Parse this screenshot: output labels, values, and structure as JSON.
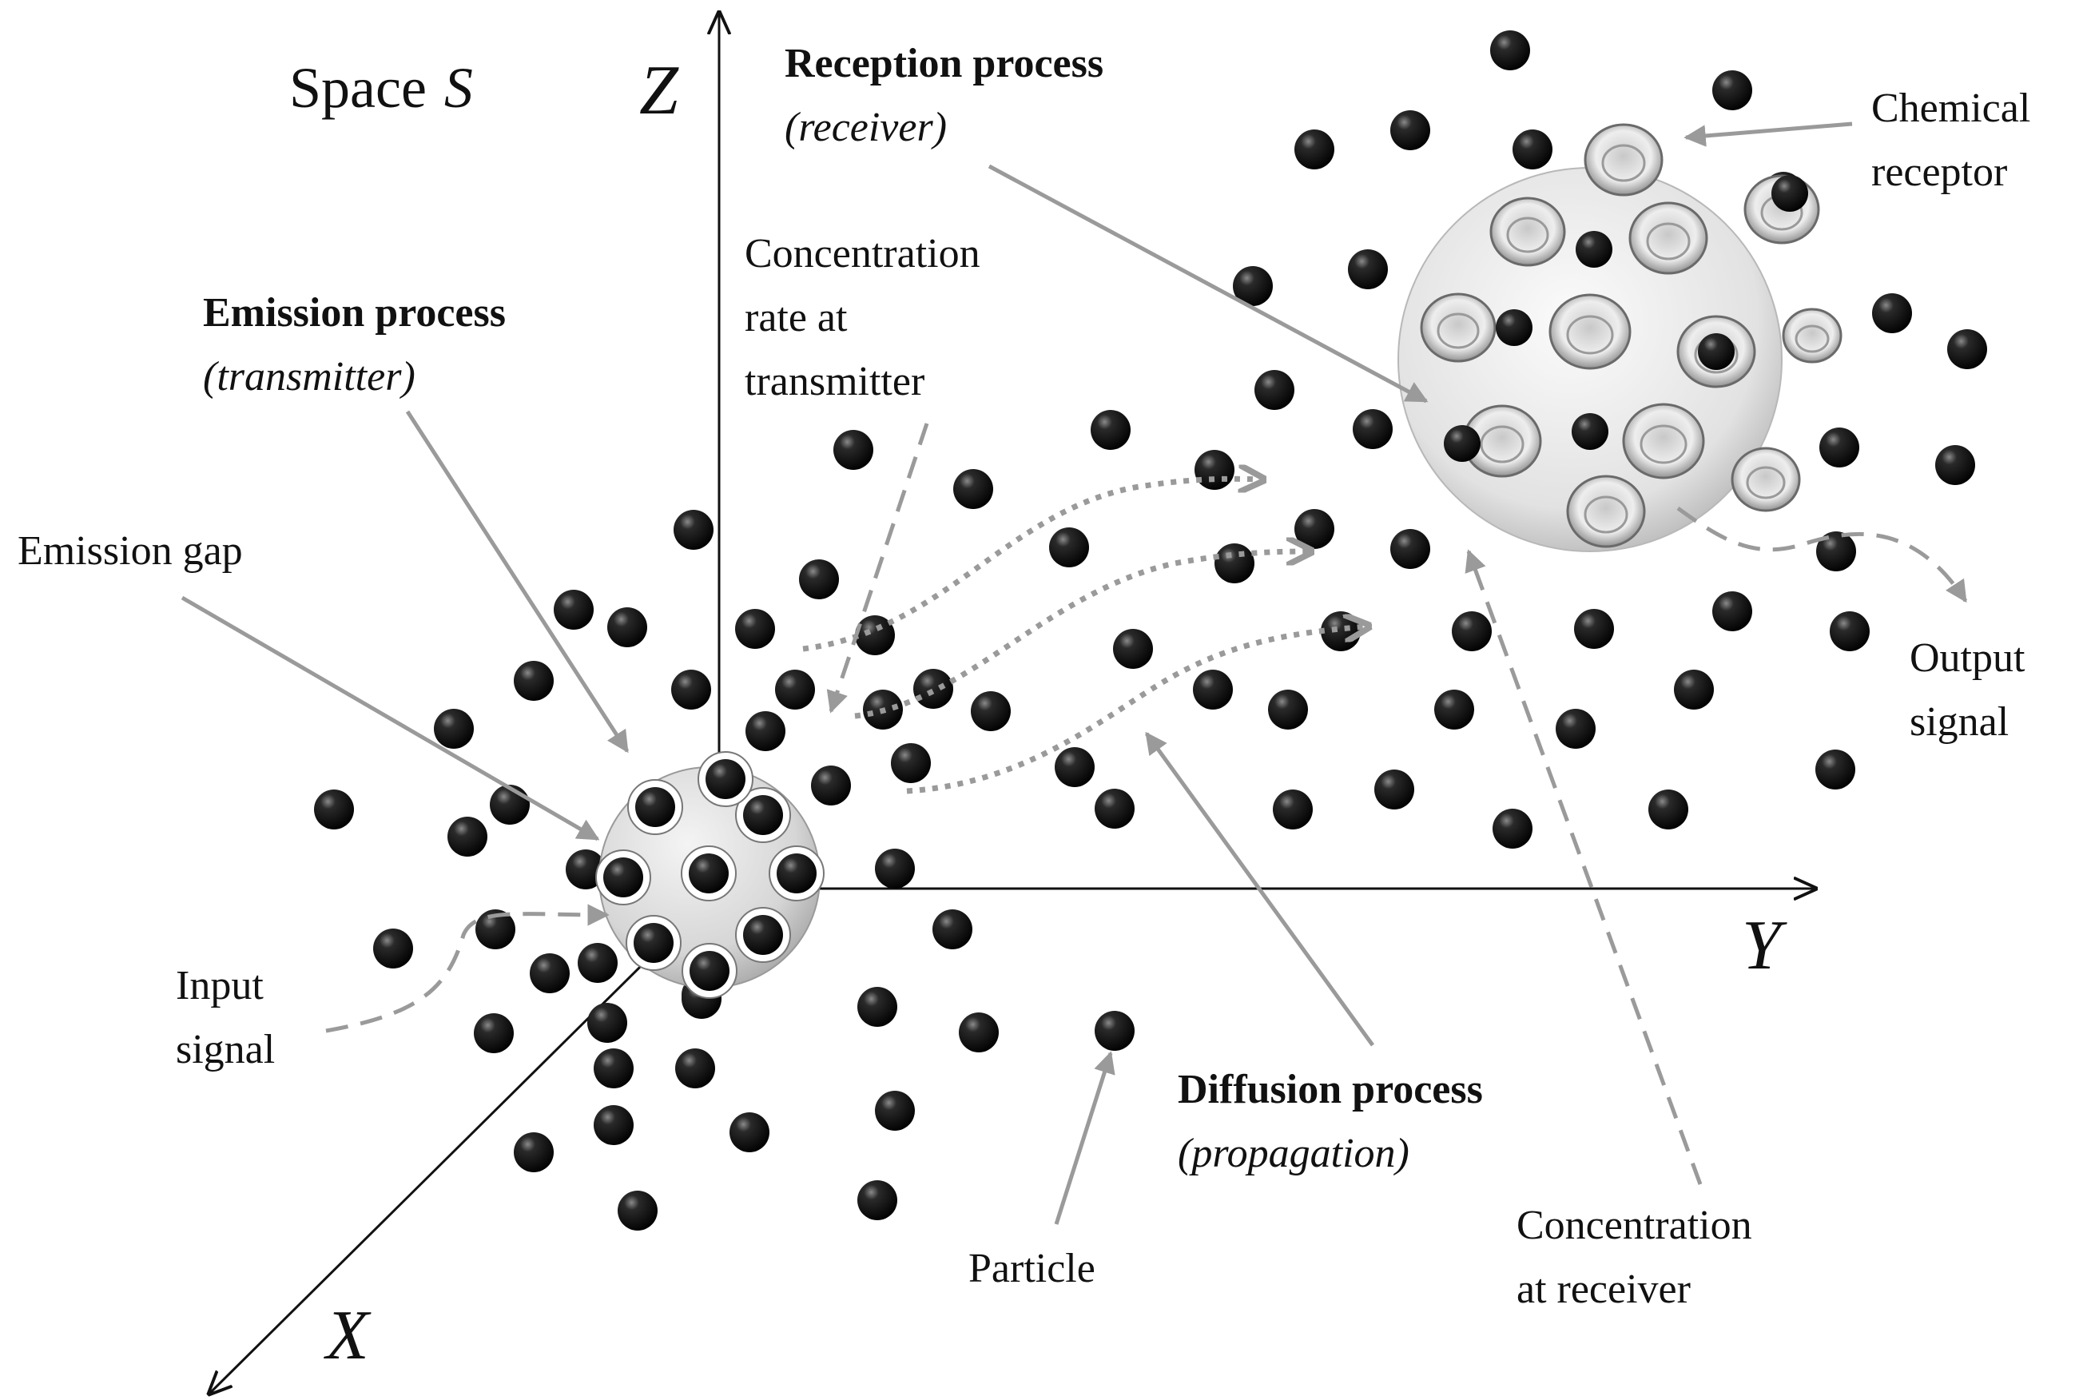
{
  "labels": {
    "space": "Space",
    "space_symbol": "S",
    "axis_x": "X",
    "axis_y": "Y",
    "axis_z": "Z",
    "reception_title": "Reception process",
    "reception_sub": "(receiver)",
    "chemical_receptor_1": "Chemical",
    "chemical_receptor_2": "receptor",
    "conc_tx_1": "Concentration",
    "conc_tx_2": "rate at",
    "conc_tx_3": "transmitter",
    "emission_title": "Emission process",
    "emission_sub": "(transmitter)",
    "emission_gap": "Emission gap",
    "output_1": "Output",
    "output_2": "signal",
    "input_1": "Input",
    "input_2": "signal",
    "diffusion_title": "Diffusion process",
    "diffusion_sub": "(propagation)",
    "particle": "Particle",
    "conc_rx_1": "Concentration",
    "conc_rx_2": "at receiver"
  },
  "colors": {
    "arrow_gray": "#9a9a9a",
    "axis": "#111111",
    "particle": "#050505"
  }
}
